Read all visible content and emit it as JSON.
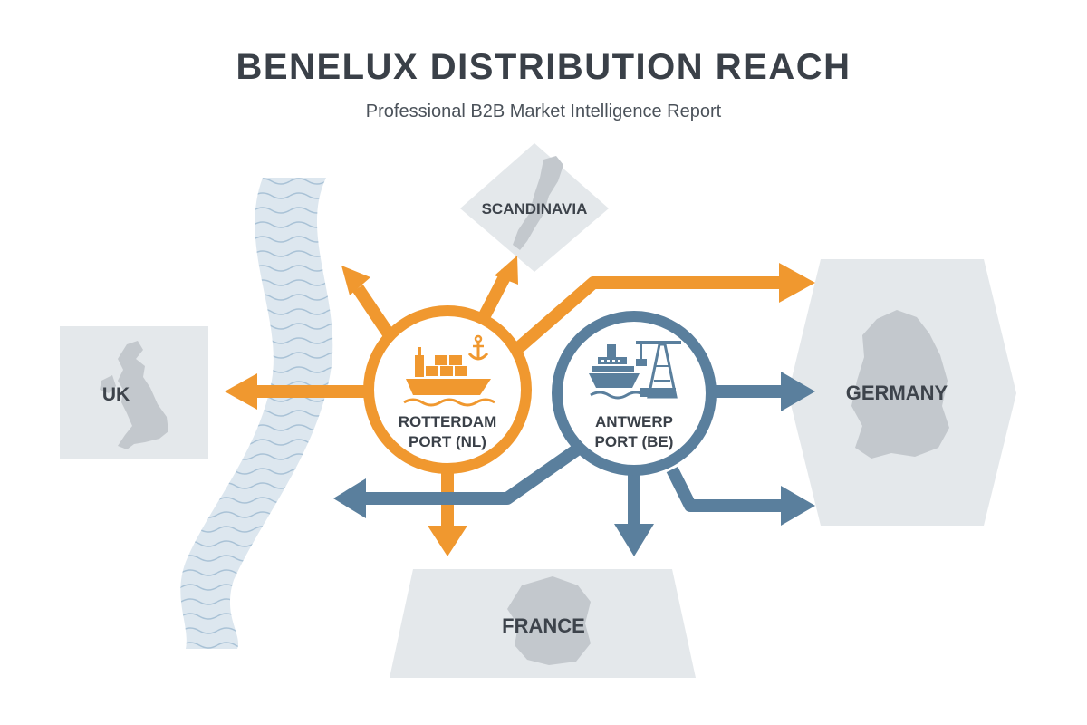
{
  "header": {
    "title": "BENELUX DISTRIBUTION REACH",
    "subtitle": "Professional B2B Market Intelligence Report"
  },
  "colors": {
    "rotterdam": "#f0982f",
    "antwerp": "#5a7f9d",
    "region_fill": "#e4e8eb",
    "country_silhouette": "#c3c8cd",
    "channel_water": "#dde7ef",
    "text": "#3d434b"
  },
  "regions": {
    "uk": "UK",
    "scandinavia": "SCANDINAVIA",
    "germany": "GERMANY",
    "france": "FRANCE"
  },
  "ports": {
    "rotterdam": {
      "line1": "ROTTERDAM",
      "line2": "PORT (NL)",
      "icon": "cargo-ship-anchor-icon"
    },
    "antwerp": {
      "line1": "ANTWERP",
      "line2": "PORT (BE)",
      "icon": "ship-crane-icon"
    }
  }
}
